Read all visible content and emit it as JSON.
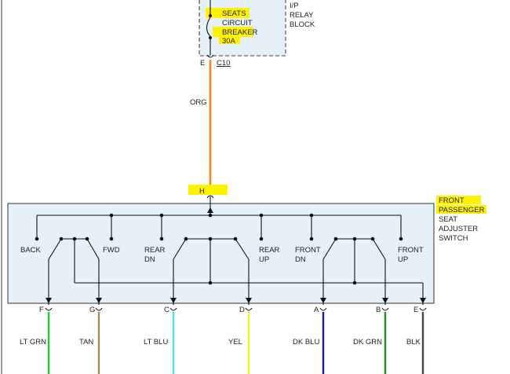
{
  "relay_block": {
    "label_line1": "I/P",
    "label_line2": "RELAY",
    "label_line3": "BLOCK",
    "breaker_line1": "SEATS",
    "breaker_line2": "CIRCUIT",
    "breaker_line3": "BREAKER",
    "breaker_line4": "30A",
    "pin_letter": "E",
    "connector_id": "C10"
  },
  "feed_wire": {
    "color_label": "ORG",
    "color": "#f28a1e"
  },
  "switch_input_pin": "H",
  "switch": {
    "label_line1": "FRONT",
    "label_line2": "PASSENGER",
    "label_line3": "SEAT",
    "label_line4": "ADJUSTER",
    "label_line5": "SWITCH",
    "contacts": {
      "back": "BACK",
      "fwd": "FWD",
      "rear_dn_1": "REAR",
      "rear_dn_2": "DN",
      "rear_up_1": "REAR",
      "rear_up_2": "UP",
      "front_dn_1": "FRONT",
      "front_dn_2": "DN",
      "front_up_1": "FRONT",
      "front_up_2": "UP"
    }
  },
  "output_pins": [
    {
      "pin": "F",
      "color_label": "LT GRN",
      "color": "#22cc22"
    },
    {
      "pin": "G",
      "color_label": "TAN",
      "color": "#a88a5a"
    },
    {
      "pin": "C",
      "color_label": "LT BLU",
      "color": "#5fd8ea"
    },
    {
      "pin": "D",
      "color_label": "YEL",
      "color": "#f2ee2a"
    },
    {
      "pin": "A",
      "color_label": "DK BLU",
      "color": "#1a1aa0"
    },
    {
      "pin": "B",
      "color_label": "DK GRN",
      "color": "#1e8c28"
    },
    {
      "pin": "E",
      "color_label": "BLK",
      "color": "#444444"
    }
  ],
  "colors": {
    "highlight": "#fff200",
    "component_fill": "#e6f0f8"
  }
}
